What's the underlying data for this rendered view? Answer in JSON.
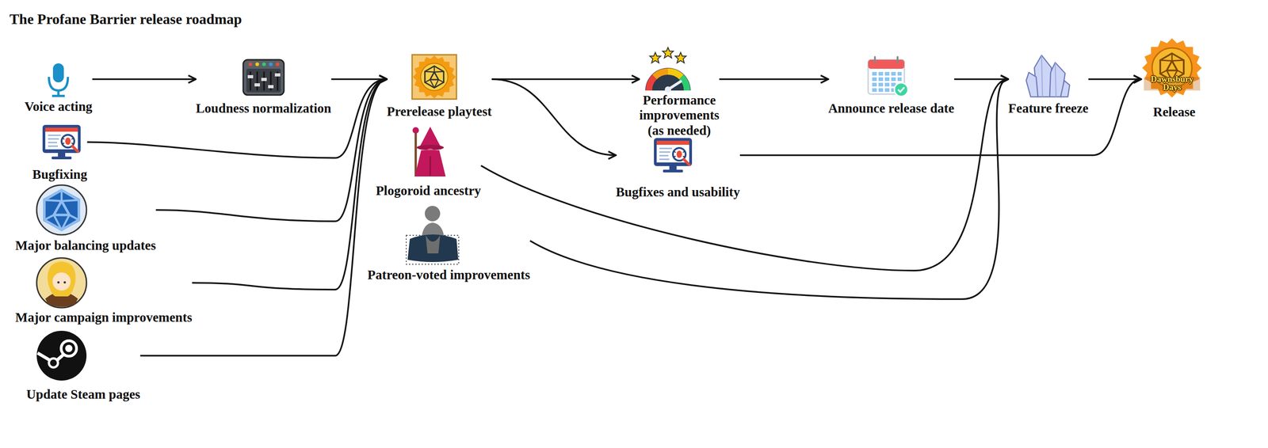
{
  "diagram": {
    "title": "The Profane Barrier release roadmap",
    "nodes": [
      {
        "text": [
          "Voice acting"
        ]
      },
      {
        "text": [
          "Bugfixing"
        ]
      },
      {
        "text": [
          "Major balancing updates"
        ]
      },
      {
        "text": [
          "Major campaign improvements"
        ]
      },
      {
        "text": [
          "Update Steam pages"
        ]
      },
      {
        "text": [
          "Loudness normalization"
        ]
      },
      {
        "text": [
          "Prerelease playtest"
        ]
      },
      {
        "text": [
          "Plogoroid ancestry"
        ]
      },
      {
        "text": [
          "Patreon-voted improvements"
        ]
      },
      {
        "text": [
          "Performance improvements (as needed)"
        ]
      },
      {
        "text": [
          "Bugfixes and usability"
        ]
      },
      {
        "text": [
          "Announce release date"
        ]
      },
      {
        "text": [
          "Feature freeze"
        ]
      },
      {
        "text": [
          "Release"
        ]
      }
    ],
    "edges": [
      {
        "from": 0,
        "to": 5,
        "arrow": "to"
      },
      {
        "from": 5,
        "to": 6,
        "arrow": "to"
      },
      {
        "from": 1,
        "to": 6,
        "arrow": "to"
      },
      {
        "from": 2,
        "to": 6,
        "arrow": "to"
      },
      {
        "from": 3,
        "to": 6,
        "arrow": "to"
      },
      {
        "from": 4,
        "to": 6,
        "arrow": "to"
      },
      {
        "from": 6,
        "to": 9,
        "arrow": "to"
      },
      {
        "from": 6,
        "to": 10,
        "arrow": "to"
      },
      {
        "from": 9,
        "to": 11,
        "arrow": "to"
      },
      {
        "from": 11,
        "to": 12,
        "arrow": "to"
      },
      {
        "from": 7,
        "to": 12,
        "arrow": "to"
      },
      {
        "from": 8,
        "to": 12,
        "arrow": "to"
      },
      {
        "from": 12,
        "to": 13,
        "arrow": "to"
      },
      {
        "from": 10,
        "to": 13,
        "arrow": "to"
      }
    ],
    "labels": [
      "Dawnsbury Days"
    ]
  }
}
